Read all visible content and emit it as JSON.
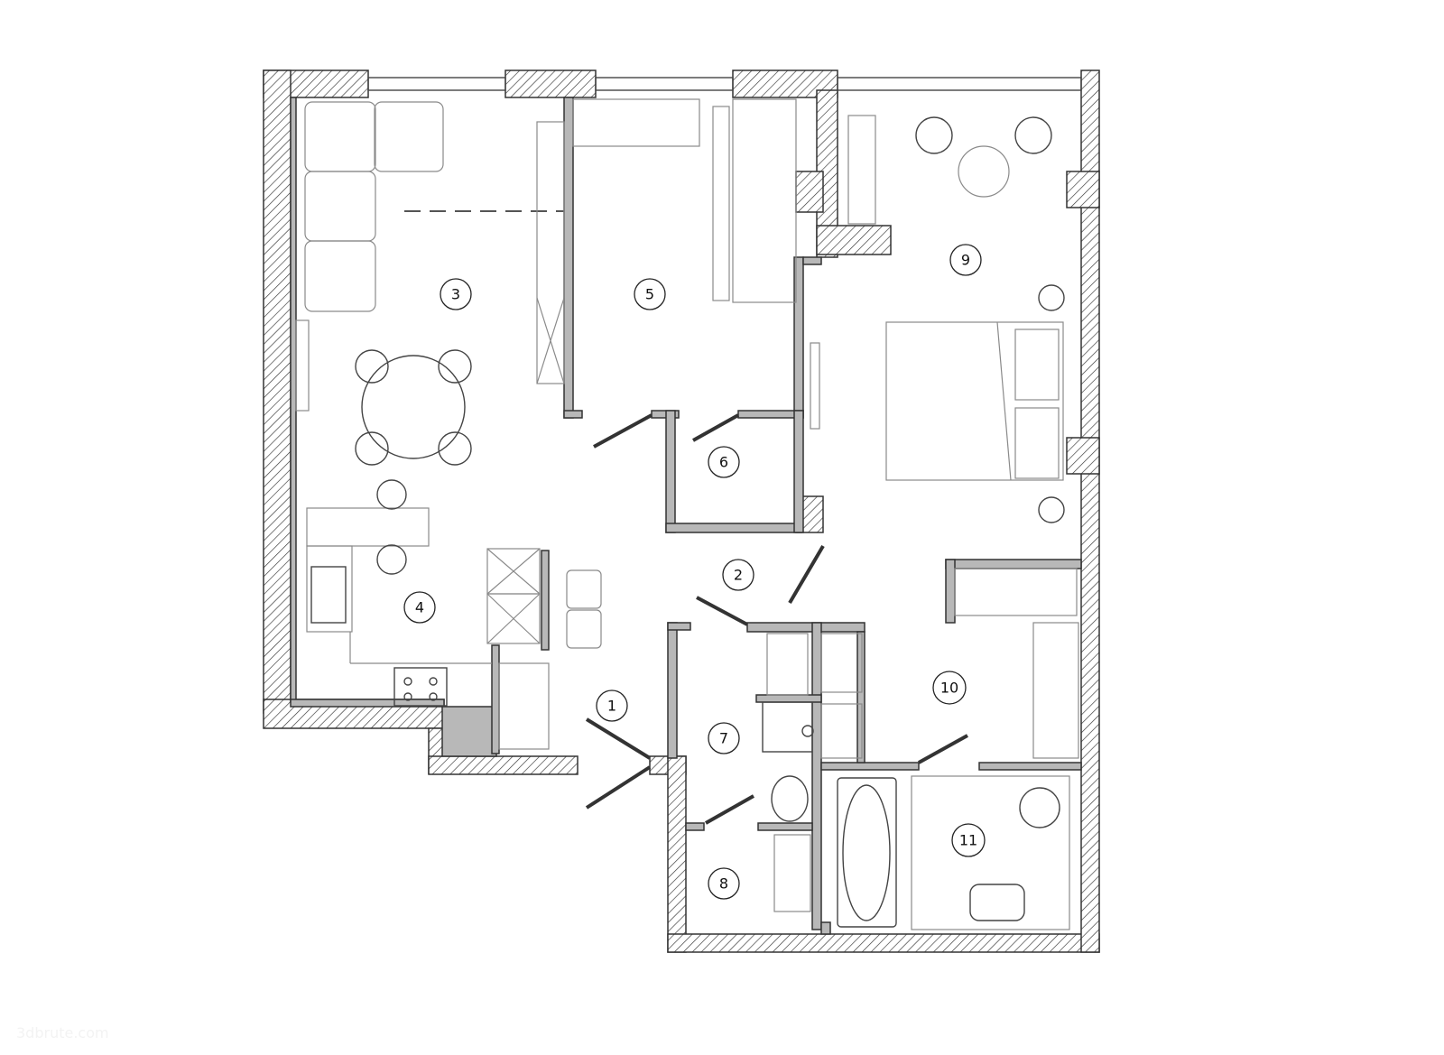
{
  "plan": {
    "rooms": [
      {
        "label": "1"
      },
      {
        "label": "2"
      },
      {
        "label": "3"
      },
      {
        "label": "4"
      },
      {
        "label": "5"
      },
      {
        "label": "6"
      },
      {
        "label": "7"
      },
      {
        "label": "8"
      },
      {
        "label": "9"
      },
      {
        "label": "10"
      },
      {
        "label": "11"
      }
    ],
    "colors": {
      "wall_fill": "#b8b8b8",
      "line": "#333333",
      "furniture": "#8a8a8a"
    }
  },
  "watermark": "3dbrute.com"
}
